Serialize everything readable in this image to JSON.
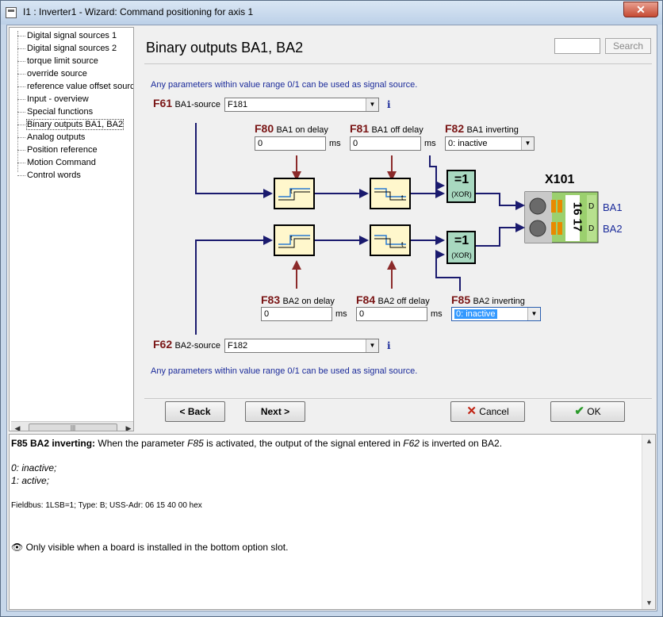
{
  "window": {
    "title": "I1 : Inverter1 - Wizard: Command positioning for axis 1",
    "close_label": "✕"
  },
  "tree": {
    "items": [
      {
        "label": "Digital signal sources 1",
        "selected": false
      },
      {
        "label": "Digital signal sources 2",
        "selected": false
      },
      {
        "label": "torque limit source",
        "selected": false
      },
      {
        "label": "override source",
        "selected": false
      },
      {
        "label": "reference value offset source",
        "selected": false
      },
      {
        "label": "Input - overview",
        "selected": false
      },
      {
        "label": "Special functions",
        "selected": false
      },
      {
        "label": "Binary outputs BA1, BA2",
        "selected": true
      },
      {
        "label": "Analog outputs",
        "selected": false
      },
      {
        "label": "Position reference",
        "selected": false
      },
      {
        "label": "Motion Command",
        "selected": false
      },
      {
        "label": "Control words",
        "selected": false
      }
    ],
    "scroll_left": "◀",
    "scroll_right": "▶",
    "scroll_thumb": "|||"
  },
  "page": {
    "title": "Binary outputs BA1, BA2"
  },
  "search": {
    "value": "",
    "button_label": "Search"
  },
  "hint_top": "Any parameters within value range 0/1 can be used as signal source.",
  "hint_bottom": "Any parameters within value range 0/1 can be used as signal source.",
  "params": {
    "f61": {
      "code": "F61",
      "name": "BA1-source",
      "value": "F181"
    },
    "f62": {
      "code": "F62",
      "name": "BA2-source",
      "value": "F182"
    },
    "f80": {
      "code": "F80",
      "name": "BA1 on delay",
      "value": "0",
      "unit": "ms"
    },
    "f81": {
      "code": "F81",
      "name": "BA1 off delay",
      "value": "0",
      "unit": "ms"
    },
    "f82": {
      "code": "F82",
      "name": "BA1 inverting",
      "value": "0: inactive"
    },
    "f83": {
      "code": "F83",
      "name": "BA2 on delay",
      "value": "0",
      "unit": "ms"
    },
    "f84": {
      "code": "F84",
      "name": "BA2 off delay",
      "value": "0",
      "unit": "ms"
    },
    "f85": {
      "code": "F85",
      "name": "BA2 inverting",
      "value": "0: inactive"
    }
  },
  "info_glyph": "i",
  "dropdown_glyph": "▼",
  "diagram": {
    "block_t": "t",
    "xor_symbol": "=1",
    "xor_label": "(XOR)",
    "terminal_label": "X101",
    "terminal_pins": "16 17",
    "terminal_d": "D",
    "out1": "BA1",
    "out2": "BA2"
  },
  "buttons": {
    "back": "< Back",
    "next": "Next >",
    "cancel": "Cancel",
    "ok": "OK"
  },
  "colors": {
    "wire": "#1a1a6e",
    "param_wire": "#8b2a2a",
    "delay_block": "#fff7cc",
    "xor_block": "#a8d8c0",
    "terminal_green": "#9bd06e"
  },
  "help": {
    "heading": "F85  BA2 inverting:",
    "desc_1": "When the parameter ",
    "desc_p1": "F85",
    "desc_2": " is activated, the output of the signal entered in ",
    "desc_p2": "F62",
    "desc_3": " is inverted on BA2.",
    "opt0": "0:  inactive;",
    "opt1": "1:  active;",
    "fieldbus": "Fieldbus: 1LSB=1; Type: B; USS-Adr: 06 15 40 00 hex",
    "note": "Only visible when a board is installed in the bottom option slot.",
    "scroll_up": "▲",
    "scroll_down": "▼"
  }
}
